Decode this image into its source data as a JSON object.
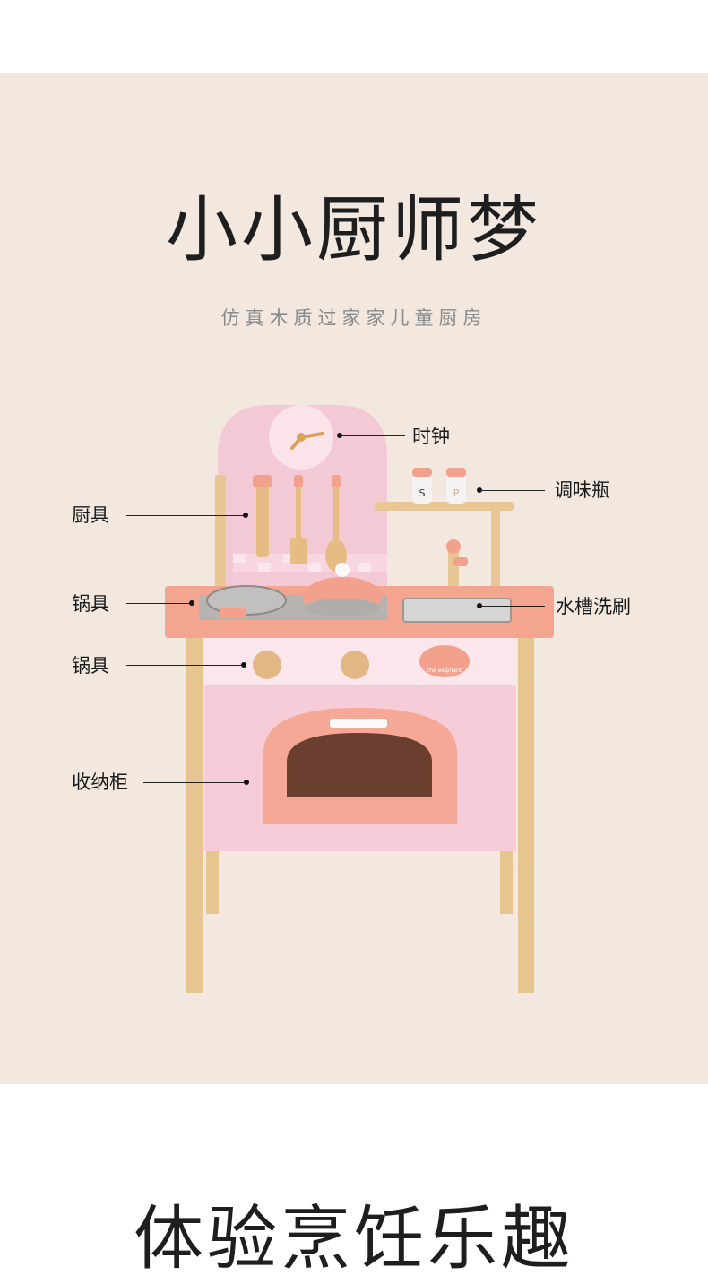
{
  "header": {
    "title": "小小厨师梦",
    "subtitle": "仿真木质过家家儿童厨房"
  },
  "product": {
    "brand_badge": "the elephant",
    "labels": {
      "clock": "时钟",
      "seasoning": "调味瓶",
      "utensils": "厨具",
      "cookware_top": "锅具",
      "sink": "水槽洗刷",
      "cookware_knobs": "锅具",
      "storage": "收纳柜"
    },
    "shakers": [
      "S",
      "P"
    ]
  },
  "footer": {
    "title": "体验烹饪乐趣"
  },
  "colors": {
    "background_panel": "#f2e8df",
    "kitchen_pink": "#f3c9d6",
    "accent_coral": "#f2a28c",
    "wood": "#e8c79a"
  }
}
